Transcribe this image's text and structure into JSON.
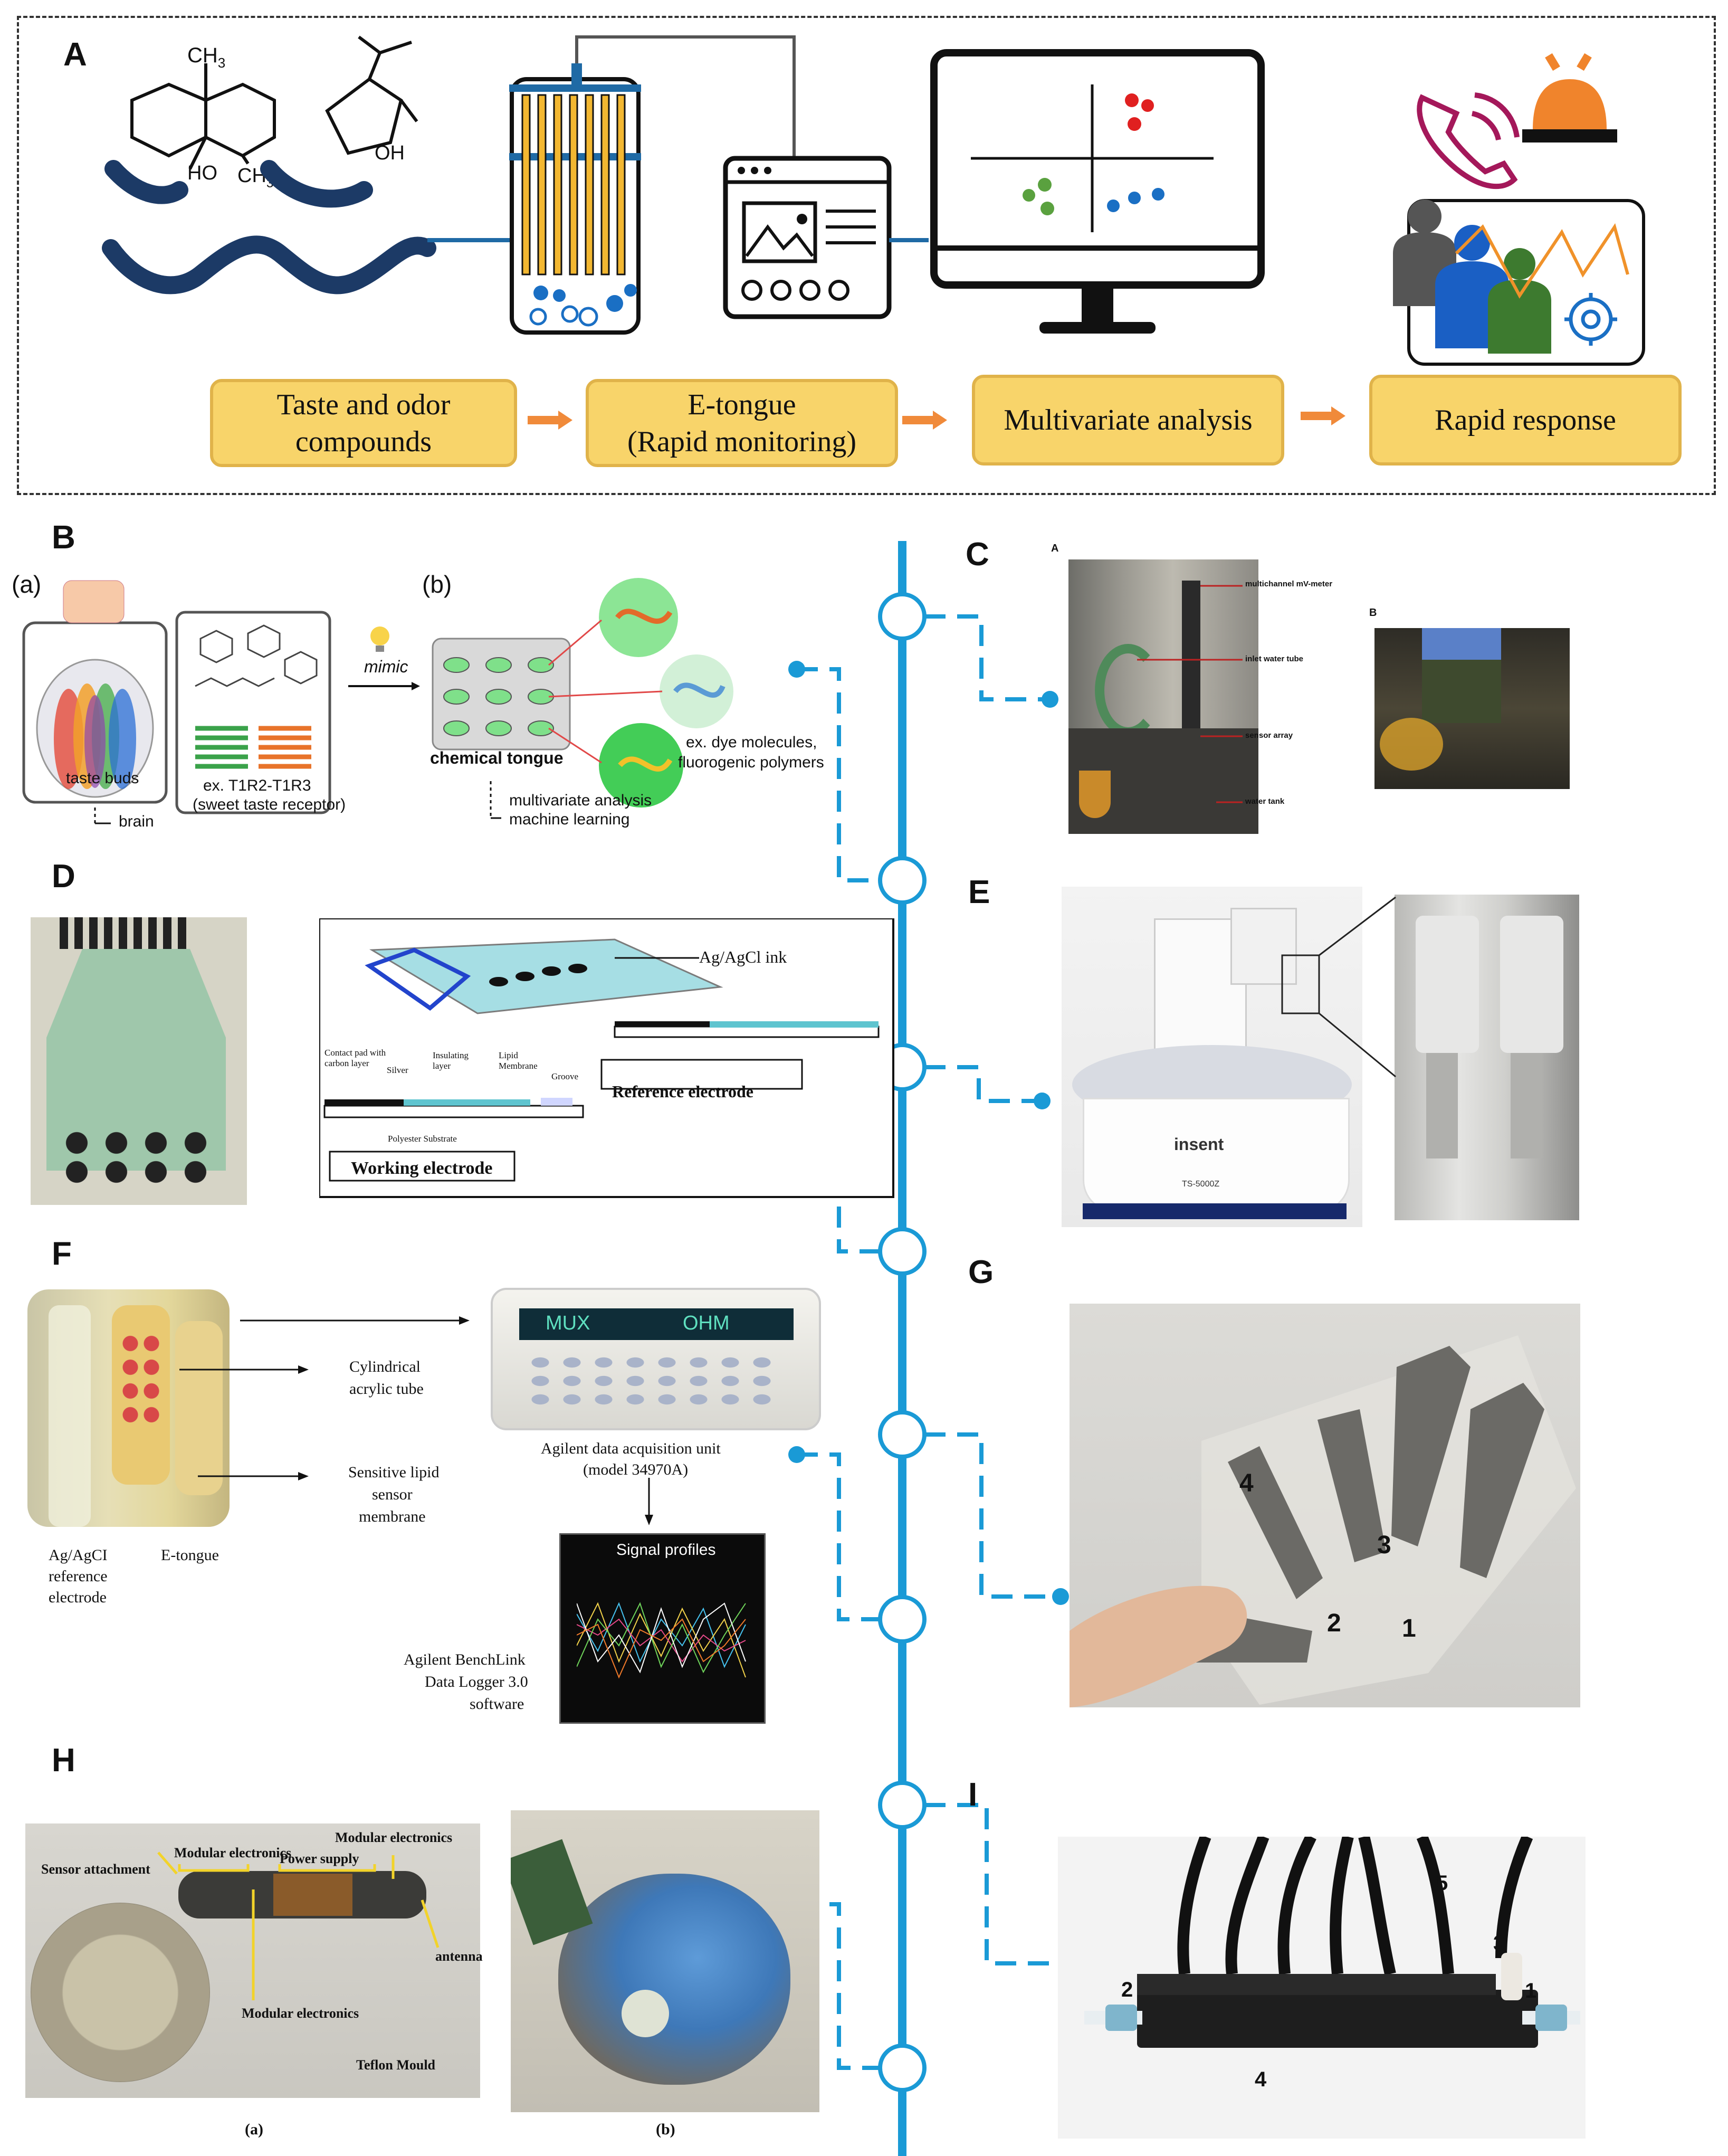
{
  "panelA": {
    "letter": "A",
    "steps": [
      {
        "line1": "Taste and odor",
        "line2": "compounds"
      },
      {
        "line1": "E-tongue",
        "line2": "(Rapid monitoring)"
      },
      {
        "line1": "Multivariate analysis",
        "line2": ""
      },
      {
        "line1": "Rapid response",
        "line2": ""
      }
    ],
    "chem_labels": {
      "ch3_top": "CH",
      "ch3_sub": "3",
      "ho": "HO",
      "ch3_mid": "CH",
      "ch3_mid_sub": "3",
      "oh": "OH"
    }
  },
  "panelB": {
    "letter": "B",
    "sub_a": "(a)",
    "sub_b": "(b)",
    "taste_buds": "taste buds",
    "brain": "brain",
    "receptor_l1": "ex. T1R2-T1R3",
    "receptor_l2": "(sweet taste receptor)",
    "mimic": "mimic",
    "chemical_tongue": "chemical tongue",
    "dye_l1": "ex. dye molecules,",
    "dye_l2": "fluorogenic polymers",
    "mva_l1": "multivariate analysis",
    "mva_l2": "machine learning"
  },
  "panelC": {
    "letter": "C",
    "sub_a": "A",
    "sub_b": "B",
    "labels": [
      "multichannel mV-meter",
      "inlet water tube",
      "sensor array",
      "water tank"
    ]
  },
  "panelD": {
    "letter": "D",
    "agcl": "Ag/AgCl ink",
    "reference": "Reference electrode",
    "working": "Working electrode",
    "contact": "Contact pad with carbon layer",
    "silver": "Silver",
    "insulating": "Insulating layer",
    "lipid": "Lipid Membrane",
    "groove": "Groove",
    "substrate": "Polyester Substrate"
  },
  "panelE": {
    "letter": "E",
    "brand": "insent",
    "model": "TS-5000Z"
  },
  "panelF": {
    "letter": "F",
    "cyl_l1": "Cylindrical",
    "cyl_l2": "acrylic tube",
    "lipid_l1": "Sensitive lipid",
    "lipid_l2": "sensor",
    "lipid_l3": "membrane",
    "ref_l1": "Ag/AgCI",
    "ref_l2": "reference",
    "ref_l3": "electrode",
    "etongue": "E-tongue",
    "agilent_l1": "Agilent data acquisition unit",
    "agilent_l2": "(model 34970A)",
    "signal": "Signal profiles",
    "bench_l1": "Agilent BenchLink",
    "bench_l2": "Data Logger 3.0",
    "bench_l3": "software",
    "display_l": "MUX",
    "display_r": "OHM"
  },
  "panelG": {
    "letter": "G",
    "nums": [
      "4",
      "3",
      "2",
      "1"
    ]
  },
  "panelH": {
    "letter": "H",
    "sensor": "Sensor attachment",
    "modular1": "Modular electronics",
    "power": "Power supply",
    "modular2": "Modular electronics",
    "antenna": "antenna",
    "modular3": "Modular electronics",
    "teflon": "Teflon Mould",
    "cap_a": "(a)",
    "cap_b": "(b)"
  },
  "panelI": {
    "letter": "I",
    "nums": [
      "5",
      "3",
      "2",
      "1",
      "4"
    ]
  },
  "colors": {
    "timeline": "#1a9ad6",
    "flowbox": "#f8d46a",
    "arrow": "#f08a3a",
    "navy": "#1c3a66"
  }
}
